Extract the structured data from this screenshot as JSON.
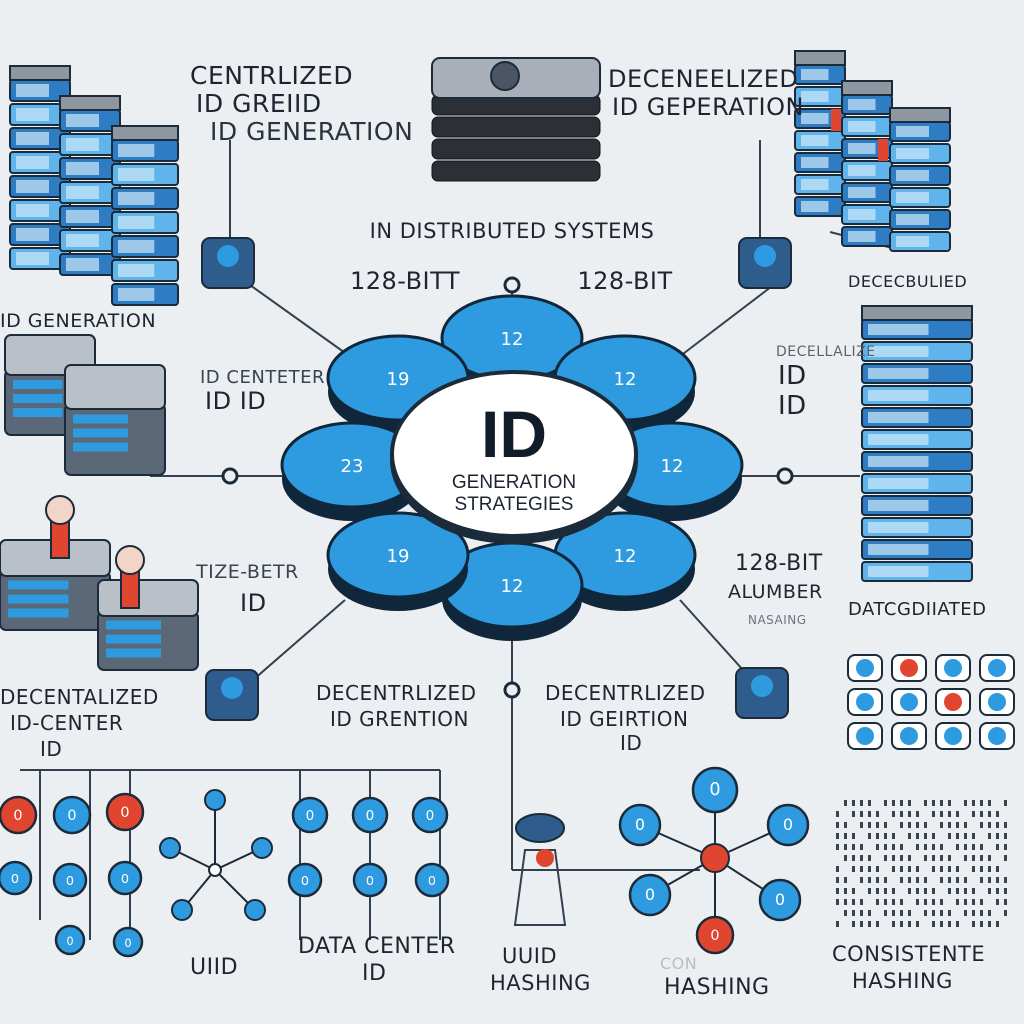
{
  "colors": {
    "background": "#eceff1",
    "accent": "#2e9be0",
    "dark": "#1c2b3a",
    "alert": "#e0452f"
  },
  "center": {
    "title": "ID",
    "subtitle_line1": "GENERATION",
    "subtitle_line2": "STRATEGIES"
  },
  "petal_labels": [
    "12",
    "12",
    "12",
    "12",
    "12",
    "19",
    "23",
    "19"
  ],
  "heading": "IN DISTRIBUTED SYSTEMS",
  "bits_left": "128-BITT",
  "bits_right": "128-BIT",
  "top_left_label": {
    "line1": "CENTRLIZED",
    "line2": "ID GREIID",
    "line3": "ID GENERATION"
  },
  "top_right_label": {
    "line1": "DECENEELIZED",
    "line2": "ID GEPERATION"
  },
  "top_right_small": "DECECBULIED",
  "left_gen_label": "ID GENERATION",
  "id_center_label": {
    "line1": "ID CENTETER",
    "line2": "ID ID"
  },
  "right_id_label": {
    "line1": "DECELLALIZE",
    "line2": "ID",
    "line3": "ID"
  },
  "time_label": {
    "line1": "TIZE-BETR",
    "line2": "ID"
  },
  "bit_number_label": {
    "line1": "128-BIT",
    "line2": "ALUMBER",
    "line3": "NASAING"
  },
  "dated_label": "DATCGDIIATED",
  "left_decentral_label": {
    "line1": "DECENTALIZED",
    "line2": "ID-CENTER",
    "line3": "ID"
  },
  "mid_left_decentral": {
    "line1": "DECENTRLIZED",
    "line2": "ID GRENTION"
  },
  "mid_right_decentral": {
    "line1": "DECENTRLIZED",
    "line2": "ID GEIRTION",
    "line3": "ID"
  },
  "bottom_labels": {
    "uuid_short": "UIID",
    "data_center_line1": "DATA CENTER",
    "data_center_line2": "ID",
    "uuid_line1": "UUID",
    "uuid_line2": "HASHING",
    "con_faint": "CON",
    "hashing": "HASHING",
    "consistent_line1": "CONSISTENTE",
    "consistent_line2": "HASHING"
  },
  "node_glyph": "0",
  "small_glyph": "ID"
}
